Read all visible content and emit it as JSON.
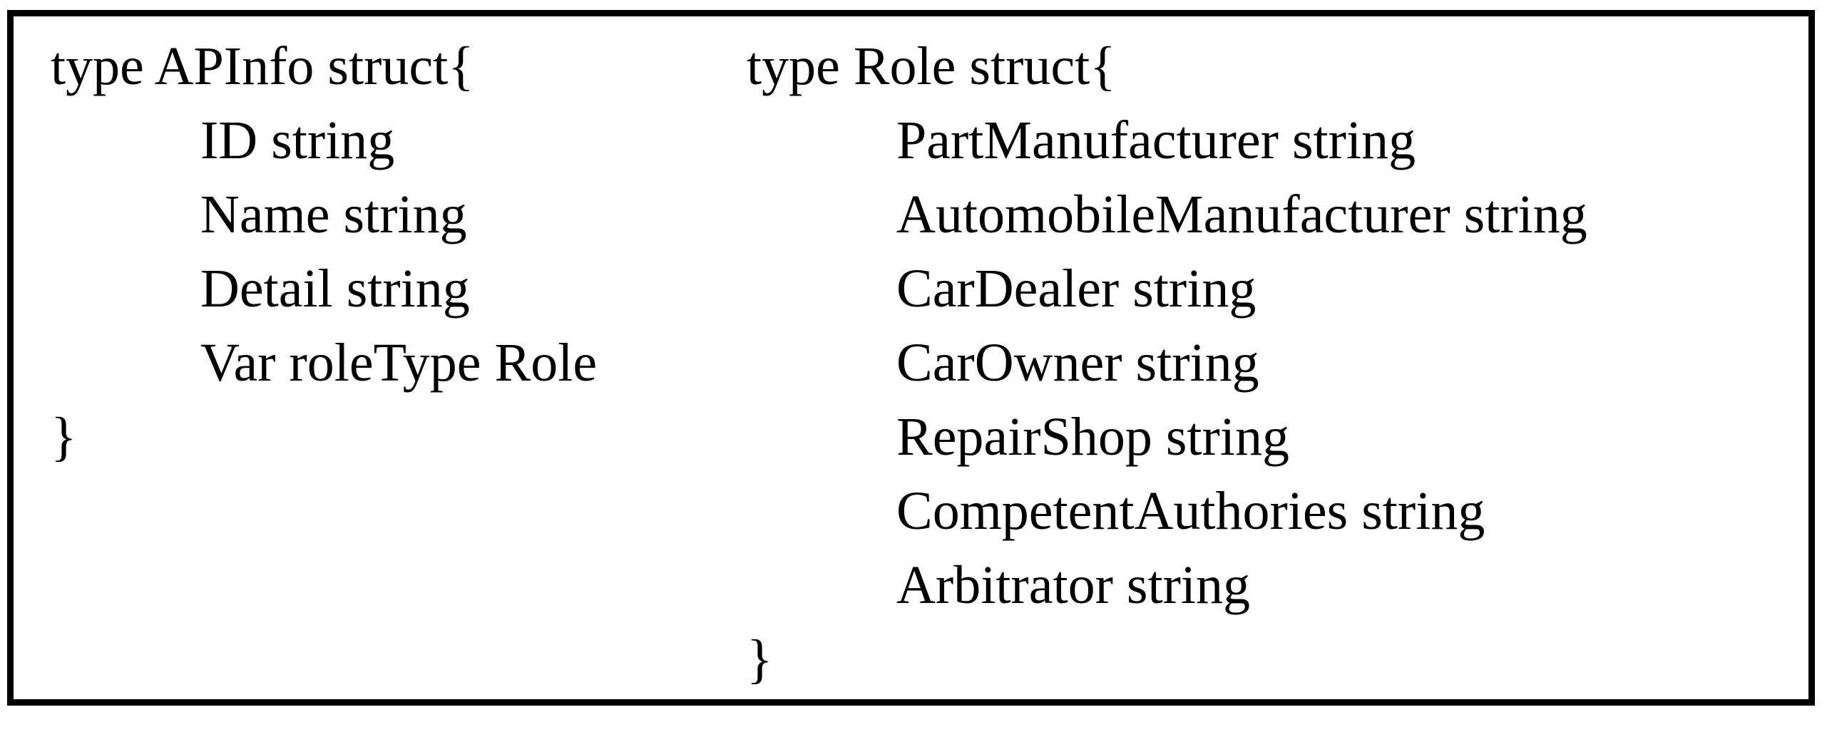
{
  "figure": {
    "description_colors": {
      "text": "#000000",
      "border": "#000000",
      "background": "#ffffff"
    },
    "structs": [
      {
        "name": "APInfo",
        "header": "type APInfo struct{",
        "fields": [
          "ID string",
          "Name string",
          "Detail string",
          "Var roleType Role"
        ],
        "closing_brace": "}"
      },
      {
        "name": "Role",
        "header": "type Role struct{",
        "fields": [
          "PartManufacturer string",
          "AutomobileManufacturer string",
          "CarDealer string",
          "CarOwner string",
          "RepairShop string",
          "CompetentAuthories string",
          "Arbitrator string"
        ],
        "closing_brace": "}"
      }
    ]
  }
}
